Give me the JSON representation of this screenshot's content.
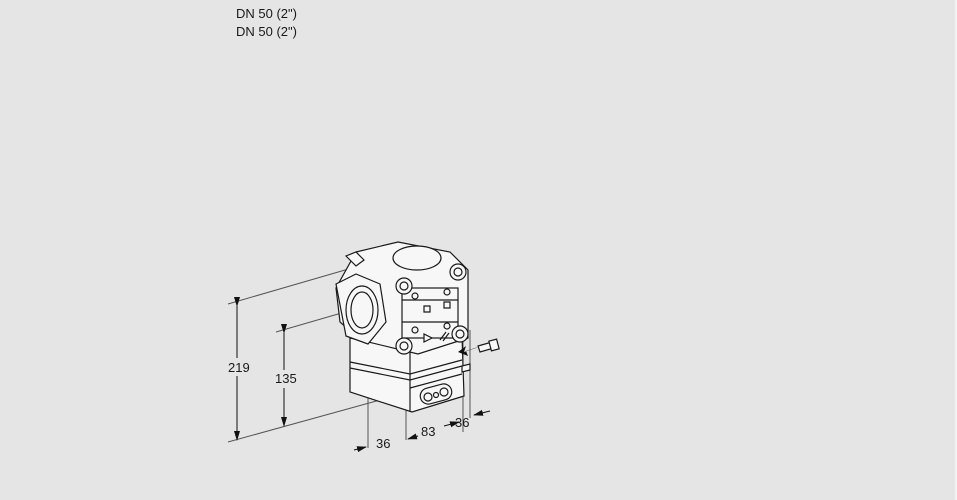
{
  "header": {
    "size_lines": [
      "DN 50 (2\")",
      "DN 50 (2\")"
    ]
  },
  "drawing": {
    "subject": "valve-assembly",
    "colors": {
      "background": "#e5e5e5",
      "line": "#1a1a1a",
      "body_fill": "#f7f7f7",
      "dim_line": "#555555"
    },
    "dimensions": {
      "total_height": "219",
      "axis_height": "135",
      "left_offset": "36",
      "width": "83",
      "right_offset": "36"
    }
  }
}
